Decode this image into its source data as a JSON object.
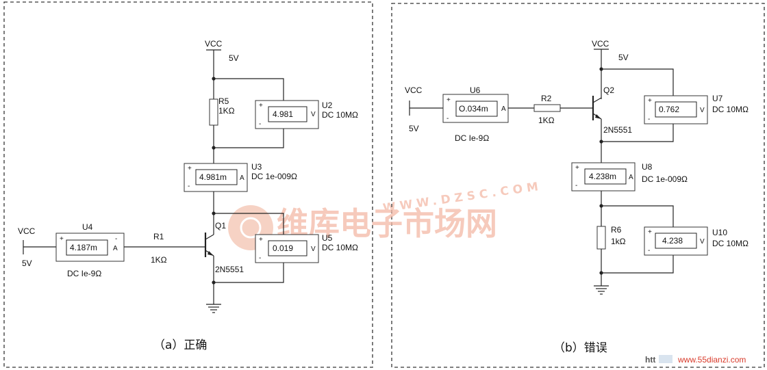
{
  "panel_a": {
    "caption": "（a）正确",
    "vcc_top": "VCC",
    "vcc_top_v": "5V",
    "vcc_left": "VCC",
    "vcc_left_v": "5V",
    "r5_name": "R5",
    "r5_val": "1KΩ",
    "u2_name": "U2",
    "u2_mode": "DC  10MΩ",
    "u2_reading": "4.981",
    "u2_unit": "V",
    "u3_name": "U3",
    "u3_mode": "DC  1e-009Ω",
    "u3_reading": "4.981m",
    "u3_unit": "A",
    "u4_name": "U4",
    "u4_mode": "DC  Ie-9Ω",
    "u4_reading": "4.187m",
    "u4_unit": "A",
    "r1_name": "R1",
    "r1_val": "1KΩ",
    "q1_name": "Q1",
    "q1_part": "2N5551",
    "u5_name": "U5",
    "u5_mode": "DC  10MΩ",
    "u5_reading": "0.019",
    "u5_unit": "V"
  },
  "panel_b": {
    "caption": "（b）错误",
    "vcc_top": "VCC",
    "vcc_top_v": "5V",
    "vcc_left": "VCC",
    "vcc_left_v": "5V",
    "u6_name": "U6",
    "u6_mode": "DC  Ie-9Ω",
    "u6_reading": "O.034m",
    "u6_unit": "A",
    "r2_name": "R2",
    "r2_val": "1KΩ",
    "q2_name": "Q2",
    "q2_part": "2N5551",
    "u7_name": "U7",
    "u7_mode": "DC  10MΩ",
    "u7_reading": "0.762",
    "u7_unit": "V",
    "u8_name": "U8",
    "u8_mode": "DC  1e-009Ω",
    "u8_reading": "4.238m",
    "u8_unit": "A",
    "r6_name": "R6",
    "r6_val": "1kΩ",
    "u10_name": "U10",
    "u10_mode": "DC  10MΩ",
    "u10_reading": "4.238",
    "u10_unit": "V"
  },
  "watermark": {
    "brand": "维库电子市场网",
    "domain": "WWW.DZSC.COM",
    "url": "www.55dianzi.com",
    "url_prefix": "htt"
  }
}
